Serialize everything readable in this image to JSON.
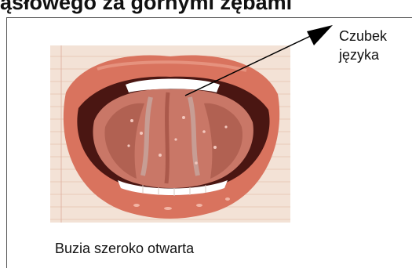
{
  "heading": "ąsłowego za górnymi zębami",
  "caption": "Buzia szeroko otwarta",
  "callout": {
    "line1": "Czubek",
    "line2": "języka"
  },
  "colors": {
    "paper": "#f3e2d6",
    "lips": "#d9735e",
    "tongue": "#c97767",
    "mouth_dark": "#4a1612",
    "teeth": "#ffffff",
    "arrow": "#000000"
  }
}
